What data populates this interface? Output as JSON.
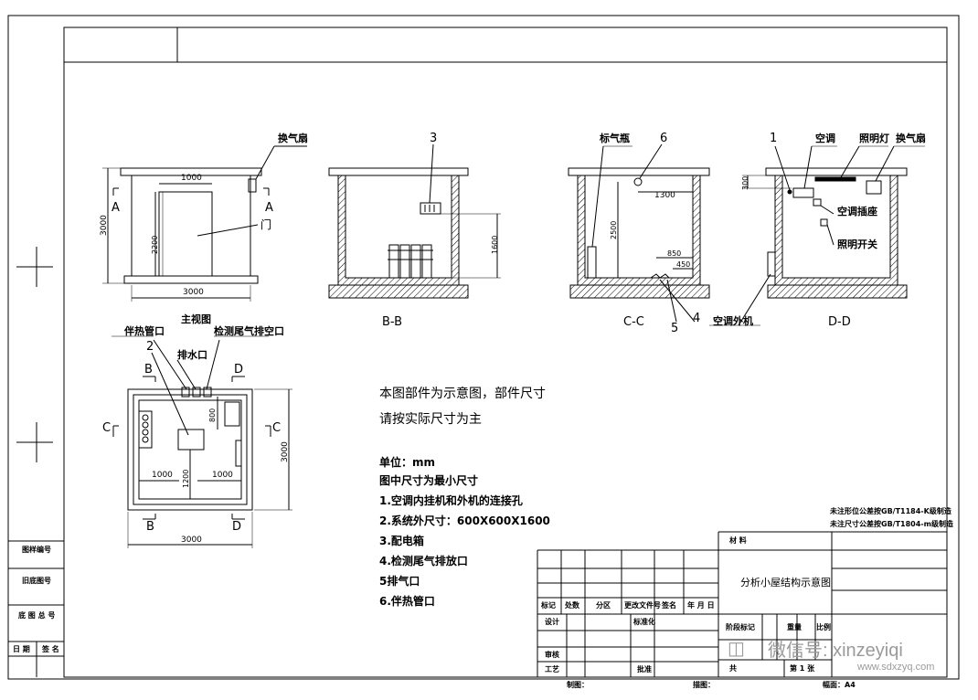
{
  "views": {
    "front": {
      "title": "主视图",
      "fan": "换气扇",
      "door": "门",
      "dims": {
        "door_w": "1000",
        "door_h": "2200",
        "height": "3000",
        "width": "3000"
      },
      "section_marks": [
        "A",
        "A"
      ]
    },
    "bb": {
      "title": "B-B",
      "callout": "3",
      "dim": "1600"
    },
    "cc": {
      "title": "C-C",
      "gas_bottle": "标气瓶",
      "callouts": [
        "6",
        "4",
        "5"
      ],
      "dims": {
        "d1300": "1300",
        "d2500": "2500",
        "d850": "850",
        "d450": "450"
      }
    },
    "dd": {
      "title": "D-D",
      "callout": "1",
      "ac": "空调",
      "light": "照明灯",
      "fan": "换气扇",
      "socket": "空调插座",
      "switch": "照明开关",
      "outdoor": "空调外机",
      "dim": "300"
    },
    "plan": {
      "tracing_port": "伴热管口",
      "drain": "排水口",
      "exhaust": "检测尾气排空口",
      "callout": "2",
      "marks": [
        "B",
        "D",
        "C",
        "C",
        "B",
        "D"
      ],
      "dims": {
        "left": "1000",
        "right": "1000",
        "mid": "1200",
        "top": "800",
        "width": "3000",
        "height": "3000"
      }
    }
  },
  "notes": {
    "heading_line1": "本图部件为示意图，部件尺寸",
    "heading_line2": "请按实际尺寸为主",
    "unit": "单位：mm",
    "min_size": "图中尺寸为最小尺寸",
    "items": [
      "1.空调内挂机和外机的连接孔",
      "2.系统外尺寸：600X600X1600",
      "3.配电箱",
      "4.检测尾气排放口",
      "5排气口",
      "6.伴热管口"
    ]
  },
  "standards": [
    "未注形位公差按GB/T1184-K级制造",
    "未注尺寸公差按GB/T1804-m级制造"
  ],
  "title_block": {
    "material": "材 料",
    "drawing_title": "分析小屋结构示意图",
    "revision_headers": [
      "标记",
      "处数",
      "分区",
      "更改文件号",
      "签名",
      "年 月 日"
    ],
    "rows": {
      "design": "设计",
      "standard": "标准化",
      "review": "审核",
      "process": "工艺",
      "approve": "批准"
    },
    "stage": "阶段标记",
    "weight": "重量",
    "scale": "比例",
    "total": "共",
    "sheet_no": "第 1 张",
    "footer": {
      "draw": "制图：",
      "trace": "描图：",
      "format": "幅面：A4"
    }
  },
  "side_labels": [
    "图样编号",
    "旧底图号",
    "底 图 总 号",
    "日 期",
    "签 名"
  ],
  "watermark": {
    "text": "微信号: xinzeyiqi",
    "url": "www.sdxzyq.com"
  }
}
